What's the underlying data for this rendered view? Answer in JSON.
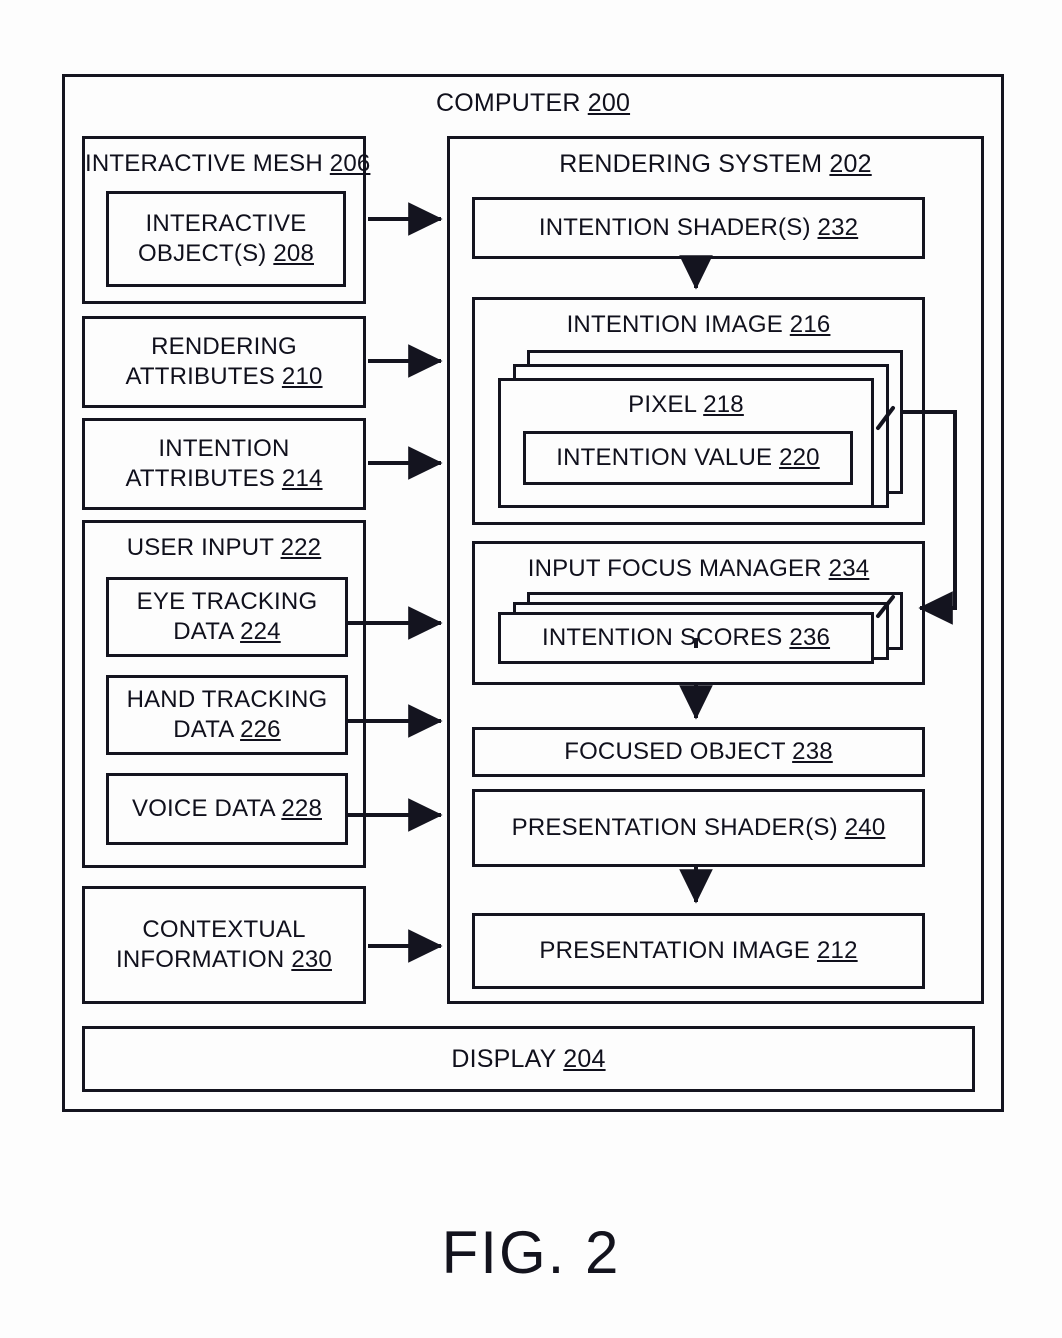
{
  "figure": {
    "caption": "FIG. 2",
    "outer": {
      "label": "COMPUTER",
      "ref": "200"
    }
  },
  "colors": {
    "background": "#fdfdfd",
    "stroke": "#14141f",
    "text": "#10101c"
  },
  "left_column": {
    "interactive_mesh": {
      "label": "INTERACTIVE MESH",
      "ref": "206",
      "child": {
        "label": "INTERACTIVE\nOBJECT(S)",
        "ref": "208"
      }
    },
    "rendering_attributes": {
      "label": "RENDERING\nATTRIBUTES",
      "ref": "210"
    },
    "intention_attributes": {
      "label": "INTENTION\nATTRIBUTES",
      "ref": "214"
    },
    "user_input": {
      "label": "USER INPUT",
      "ref": "222",
      "children": [
        {
          "label": "EYE TRACKING DATA",
          "ref": "224"
        },
        {
          "label": "HAND TRACKING\nDATA",
          "ref": "226"
        },
        {
          "label": "VOICE DATA",
          "ref": "228"
        }
      ]
    },
    "contextual_information": {
      "label": "CONTEXTUAL\nINFORMATION",
      "ref": "230"
    }
  },
  "rendering_system": {
    "label": "RENDERING SYSTEM",
    "ref": "202",
    "intention_shaders": {
      "label": "INTENTION SHADER(S)",
      "ref": "232"
    },
    "intention_image": {
      "label": "INTENTION IMAGE",
      "ref": "216",
      "stacked": true,
      "stack_count": 3,
      "pixel": {
        "label": "PIXEL",
        "ref": "218"
      },
      "intention_value": {
        "label": "INTENTION VALUE",
        "ref": "220"
      }
    },
    "input_focus_manager": {
      "label": "INPUT FOCUS MANAGER",
      "ref": "234",
      "intention_scores": {
        "label": "INTENTION SCORES",
        "ref": "236",
        "stacked": true,
        "stack_count": 3
      }
    },
    "focused_object": {
      "label": "FOCUSED OBJECT",
      "ref": "238"
    },
    "presentation_shaders": {
      "label": "PRESENTATION SHADER(S)",
      "ref": "240"
    },
    "presentation_image": {
      "label": "PRESENTATION IMAGE",
      "ref": "212"
    }
  },
  "display": {
    "label": "DISPLAY",
    "ref": "204"
  }
}
